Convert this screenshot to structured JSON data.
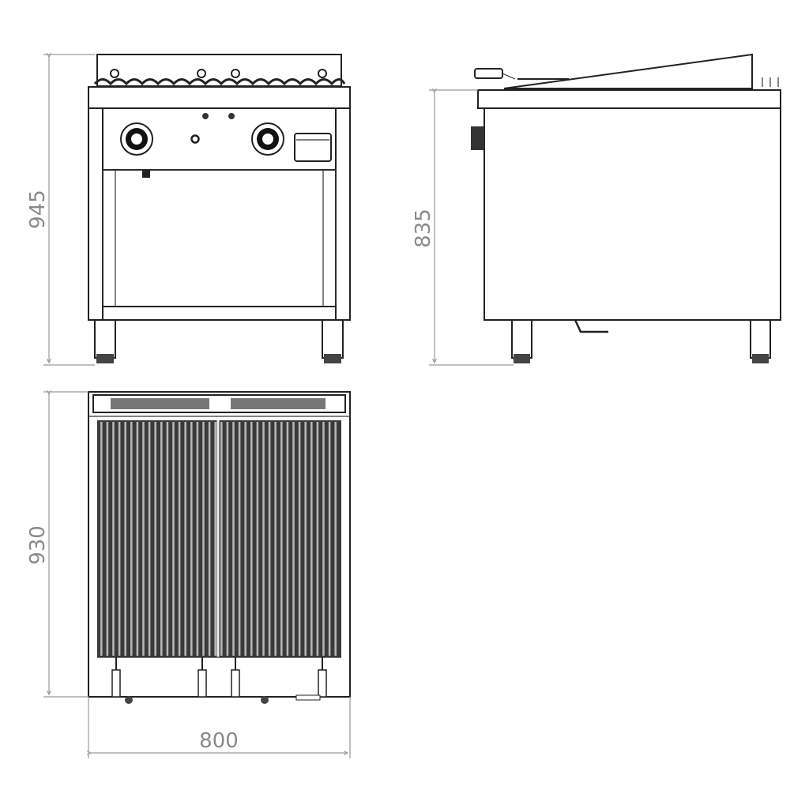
{
  "dimensions": {
    "front_height": "945",
    "side_height": "835",
    "top_depth": "930",
    "width": "800"
  },
  "colors": {
    "line": "#222222",
    "dimension": "#8a8a8a",
    "grill_dark": "#3a3a3a"
  }
}
